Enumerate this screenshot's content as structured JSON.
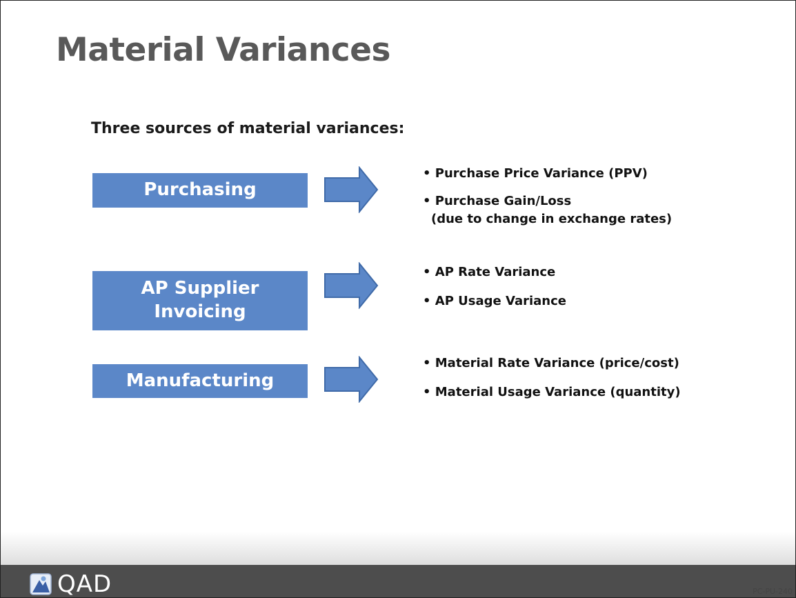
{
  "slide": {
    "title": "Material Variances",
    "subtitle": "Three sources of material variances:"
  },
  "sources": [
    {
      "label_lines": [
        "Purchasing"
      ],
      "bullets": [
        "• Purchase Price Variance (PPV)",
        "• Purchase Gain/Loss"
      ],
      "sub_note": "(due to change in exchange rates)"
    },
    {
      "label_lines": [
        "AP Supplier",
        "Invoicing"
      ],
      "bullets": [
        "• AP Rate Variance",
        "• AP Usage Variance"
      ]
    },
    {
      "label_lines": [
        "Manufacturing"
      ],
      "bullets": [
        "• Material Rate Variance (price/cost)",
        "• Material Usage Variance (quantity)"
      ]
    }
  ],
  "footer": {
    "logo_text": "QAD",
    "page_code": "PC-PU-240"
  },
  "colors": {
    "box_fill": "#5b87c8",
    "arrow_fill": "#5b87c8",
    "title_color": "#595959",
    "footer_bar": "#4d4d4d"
  }
}
